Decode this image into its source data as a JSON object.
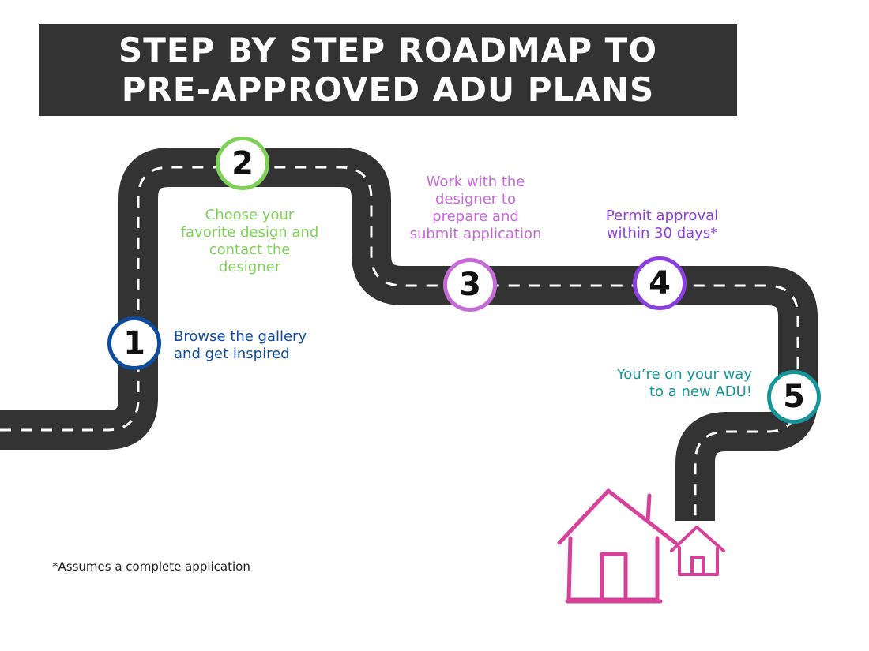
{
  "title": {
    "line1": "STEP BY STEP ROADMAP TO",
    "line2": "PRE-APPROVED ADU PLANS"
  },
  "steps": [
    {
      "number": "1",
      "lines": [
        "Browse the gallery",
        "and get inspired"
      ],
      "color": "#0f4c9c"
    },
    {
      "number": "2",
      "lines": [
        "Choose your",
        "favorite design and",
        "contact the",
        "designer"
      ],
      "color": "#7fd15a"
    },
    {
      "number": "3",
      "lines": [
        "Work with the",
        "designer to",
        "prepare and",
        "submit application"
      ],
      "color": "#c56ad6"
    },
    {
      "number": "4",
      "lines": [
        "Permit approval",
        "within 30 days*"
      ],
      "color": "#8b3fe0"
    },
    {
      "number": "5",
      "lines": [
        "You’re on your way",
        "to a new ADU!"
      ],
      "color": "#16969a"
    }
  ],
  "footnote": "*Assumes a complete application",
  "colors": {
    "title_bg": "#333333",
    "road": "#333333",
    "road_dash": "#ffffff",
    "house": "#d6429a"
  },
  "icons": {
    "house": "house-icon",
    "small_house": "small-house-icon"
  }
}
